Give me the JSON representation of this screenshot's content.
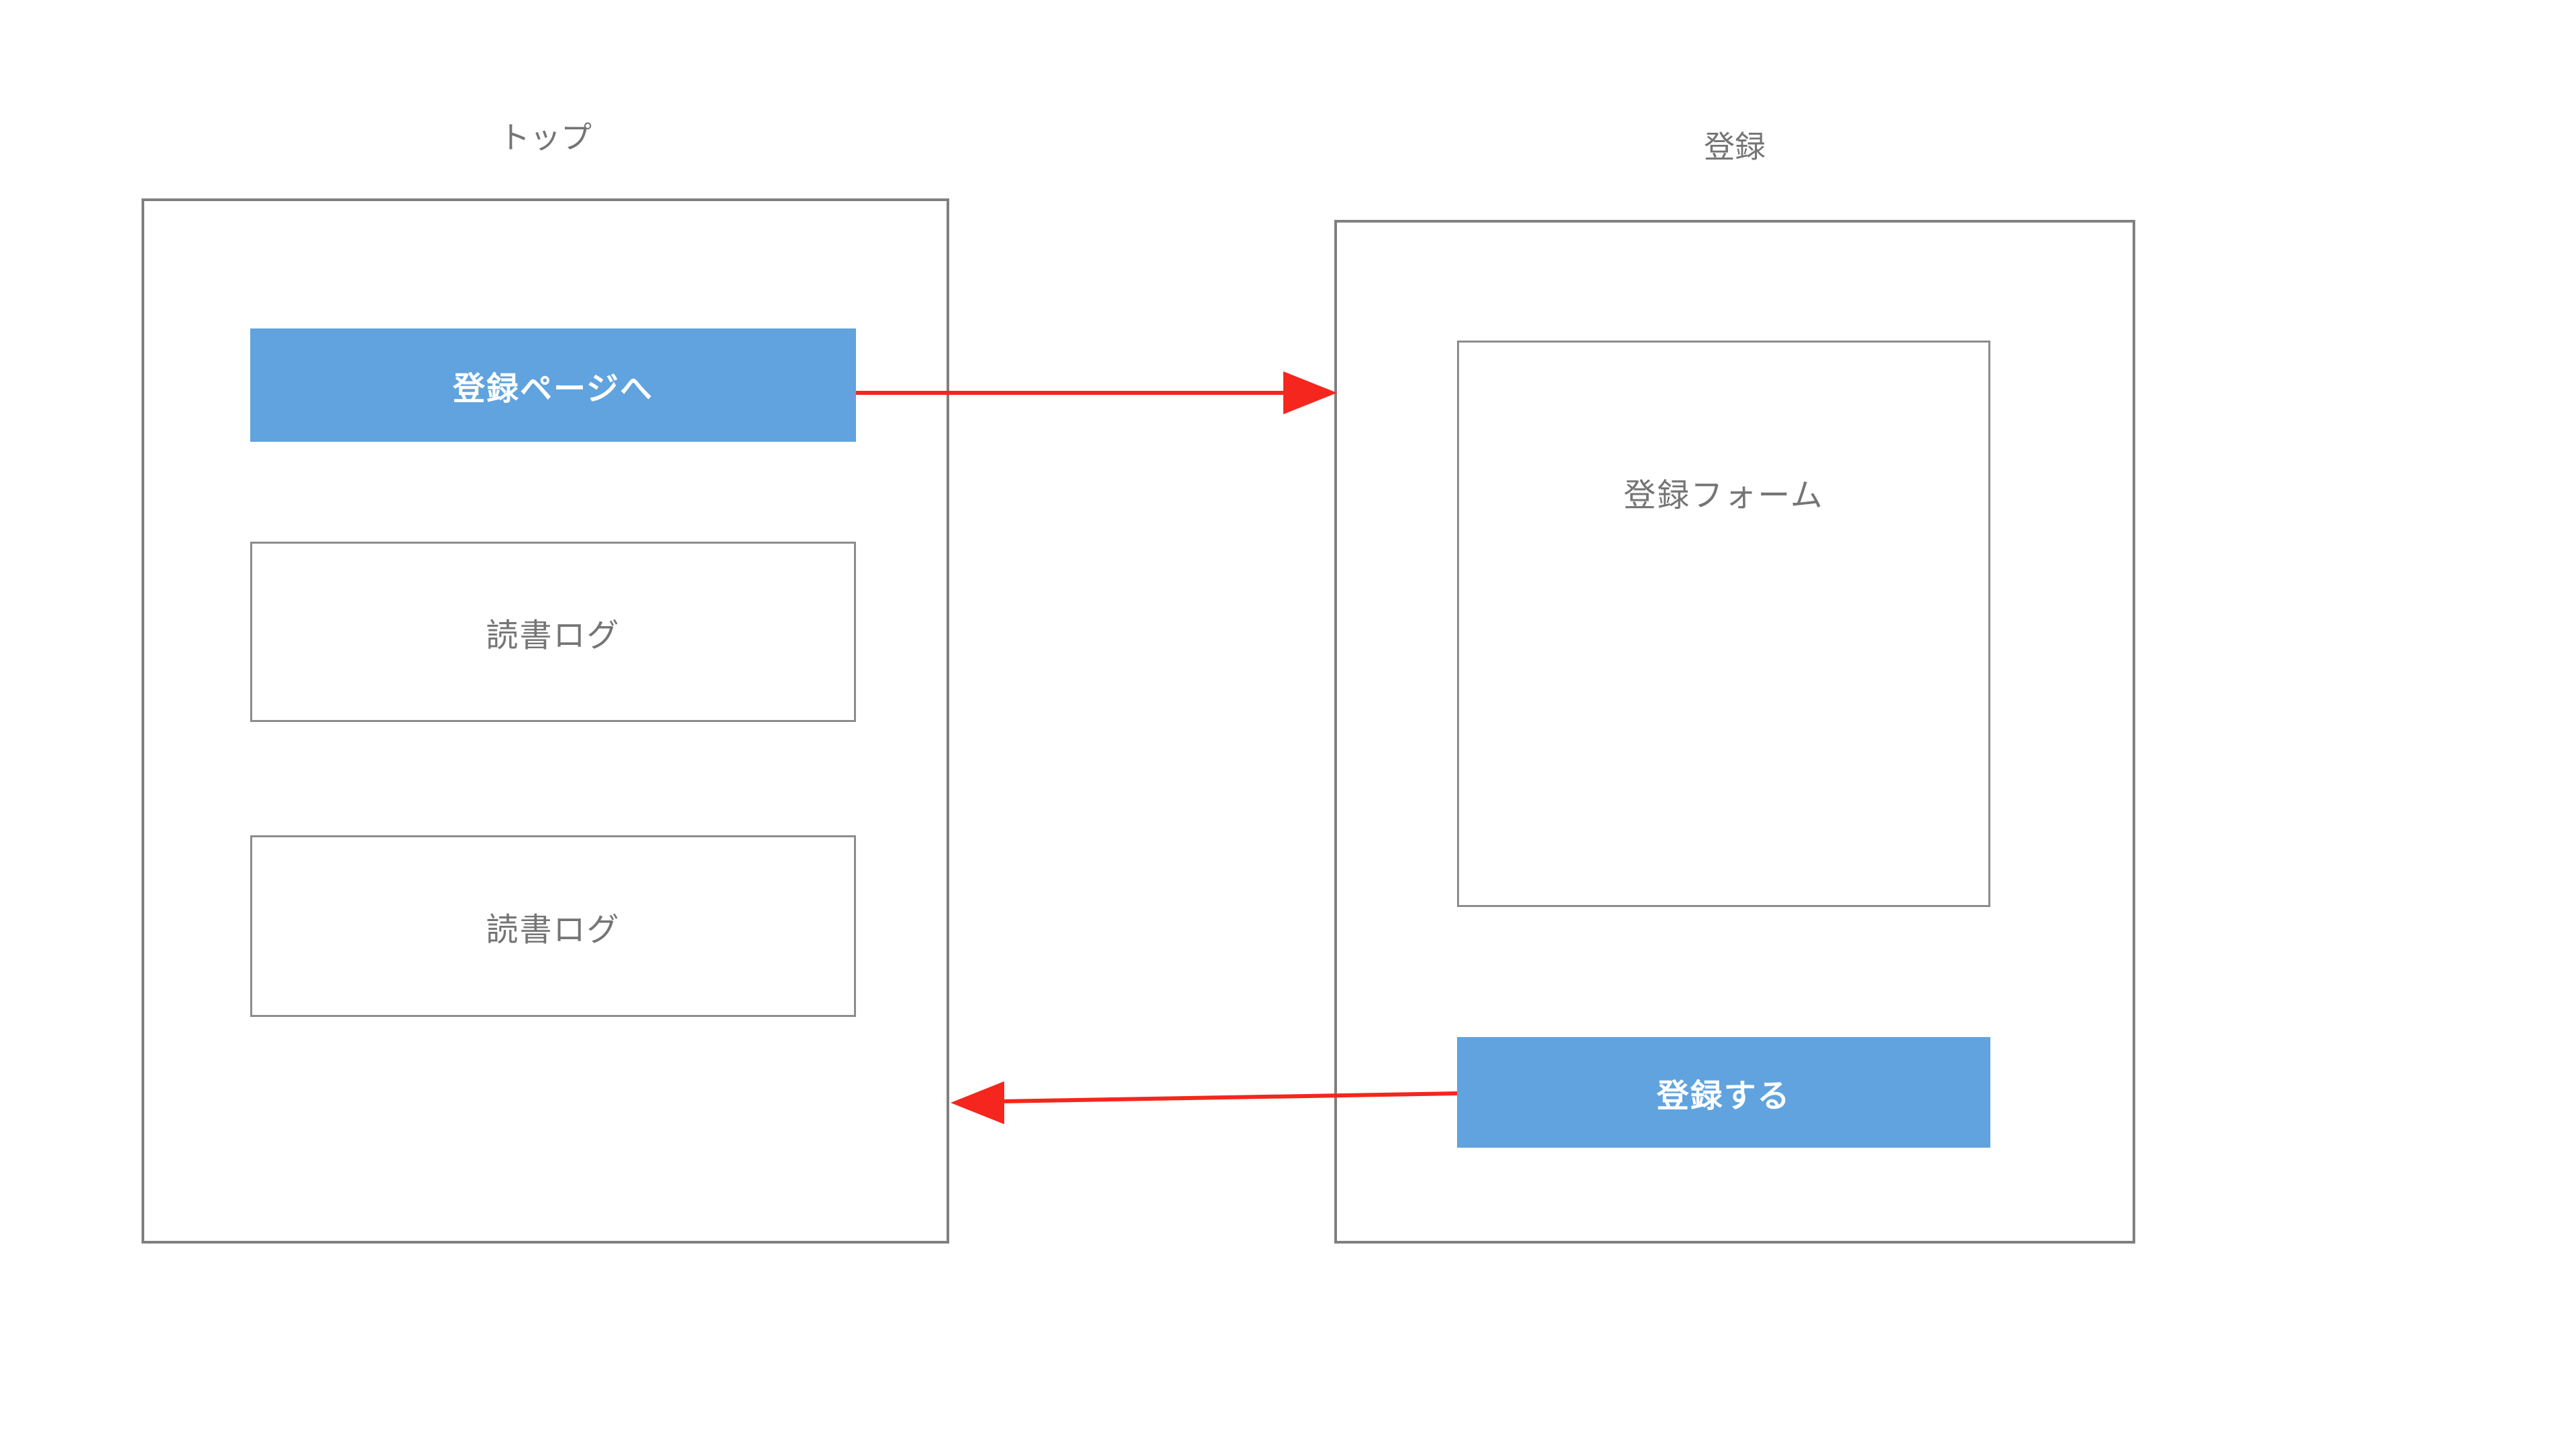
{
  "colors": {
    "background": "#ffffff",
    "accent-blue": "#60a3de",
    "arrow-red": "#f5261d",
    "frame-border": "#7f7f7f",
    "card-border": "#8c8c8c",
    "text-gray": "#757575",
    "button-text": "#ffffff"
  },
  "pages": {
    "top": {
      "title": "トップ",
      "register_link_button": "登録ページへ",
      "cards": [
        {
          "label": "読書ログ"
        },
        {
          "label": "読書ログ"
        }
      ]
    },
    "register": {
      "title": "登録",
      "form_placeholder": "登録フォーム",
      "submit_button": "登録する"
    }
  },
  "arrows": [
    {
      "from": "登録ページへ",
      "to": "登録ページ枠"
    },
    {
      "from": "登録する",
      "to": "トップページ枠"
    }
  ]
}
